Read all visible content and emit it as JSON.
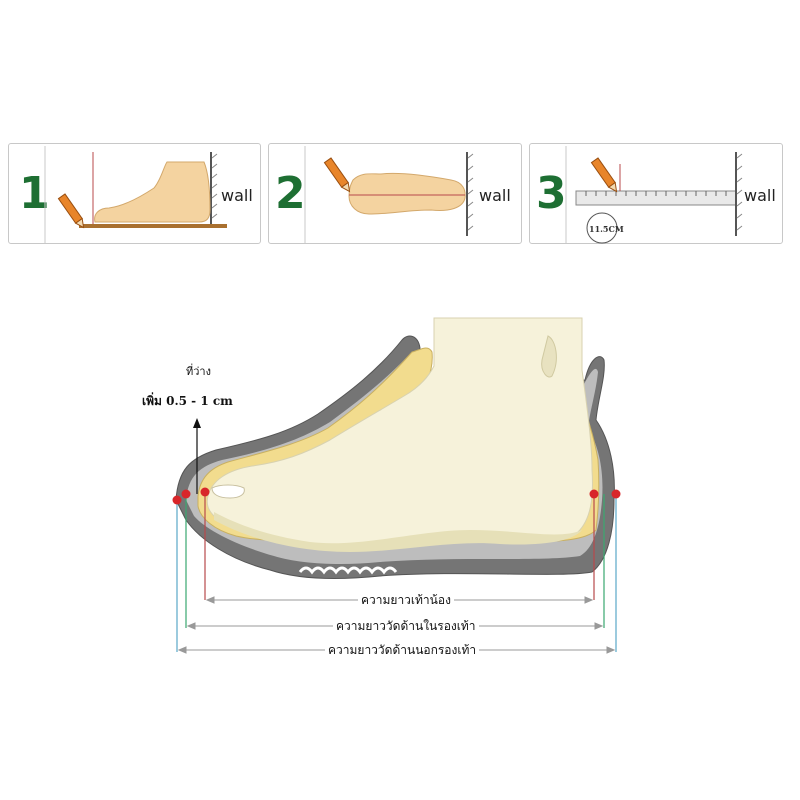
{
  "steps": [
    {
      "number": "1",
      "wall_label": "wall"
    },
    {
      "number": "2",
      "wall_label": "wall"
    },
    {
      "number": "3",
      "wall_label": "wall",
      "ruler_reading": "11.5CM"
    }
  ],
  "allowance": {
    "line1": "ที่ว่าง",
    "line2": "เพิ่ม 0.5 - 1 cm"
  },
  "measurements": {
    "foot_length": "ความยาวเท้าน้อง",
    "insole_length": "ความยาววัดด้านในรองเท้า",
    "outsole_length": "ความยาววัดด้านนอกรองเท้า"
  },
  "colors": {
    "step_green": "#1e6f33",
    "pencil_orange": "#e8852a",
    "sole_gray": "#777777",
    "insole_yellow": "#f2dc8e",
    "foot_cream": "#f6f2da",
    "marker_red": "#d8262a"
  }
}
